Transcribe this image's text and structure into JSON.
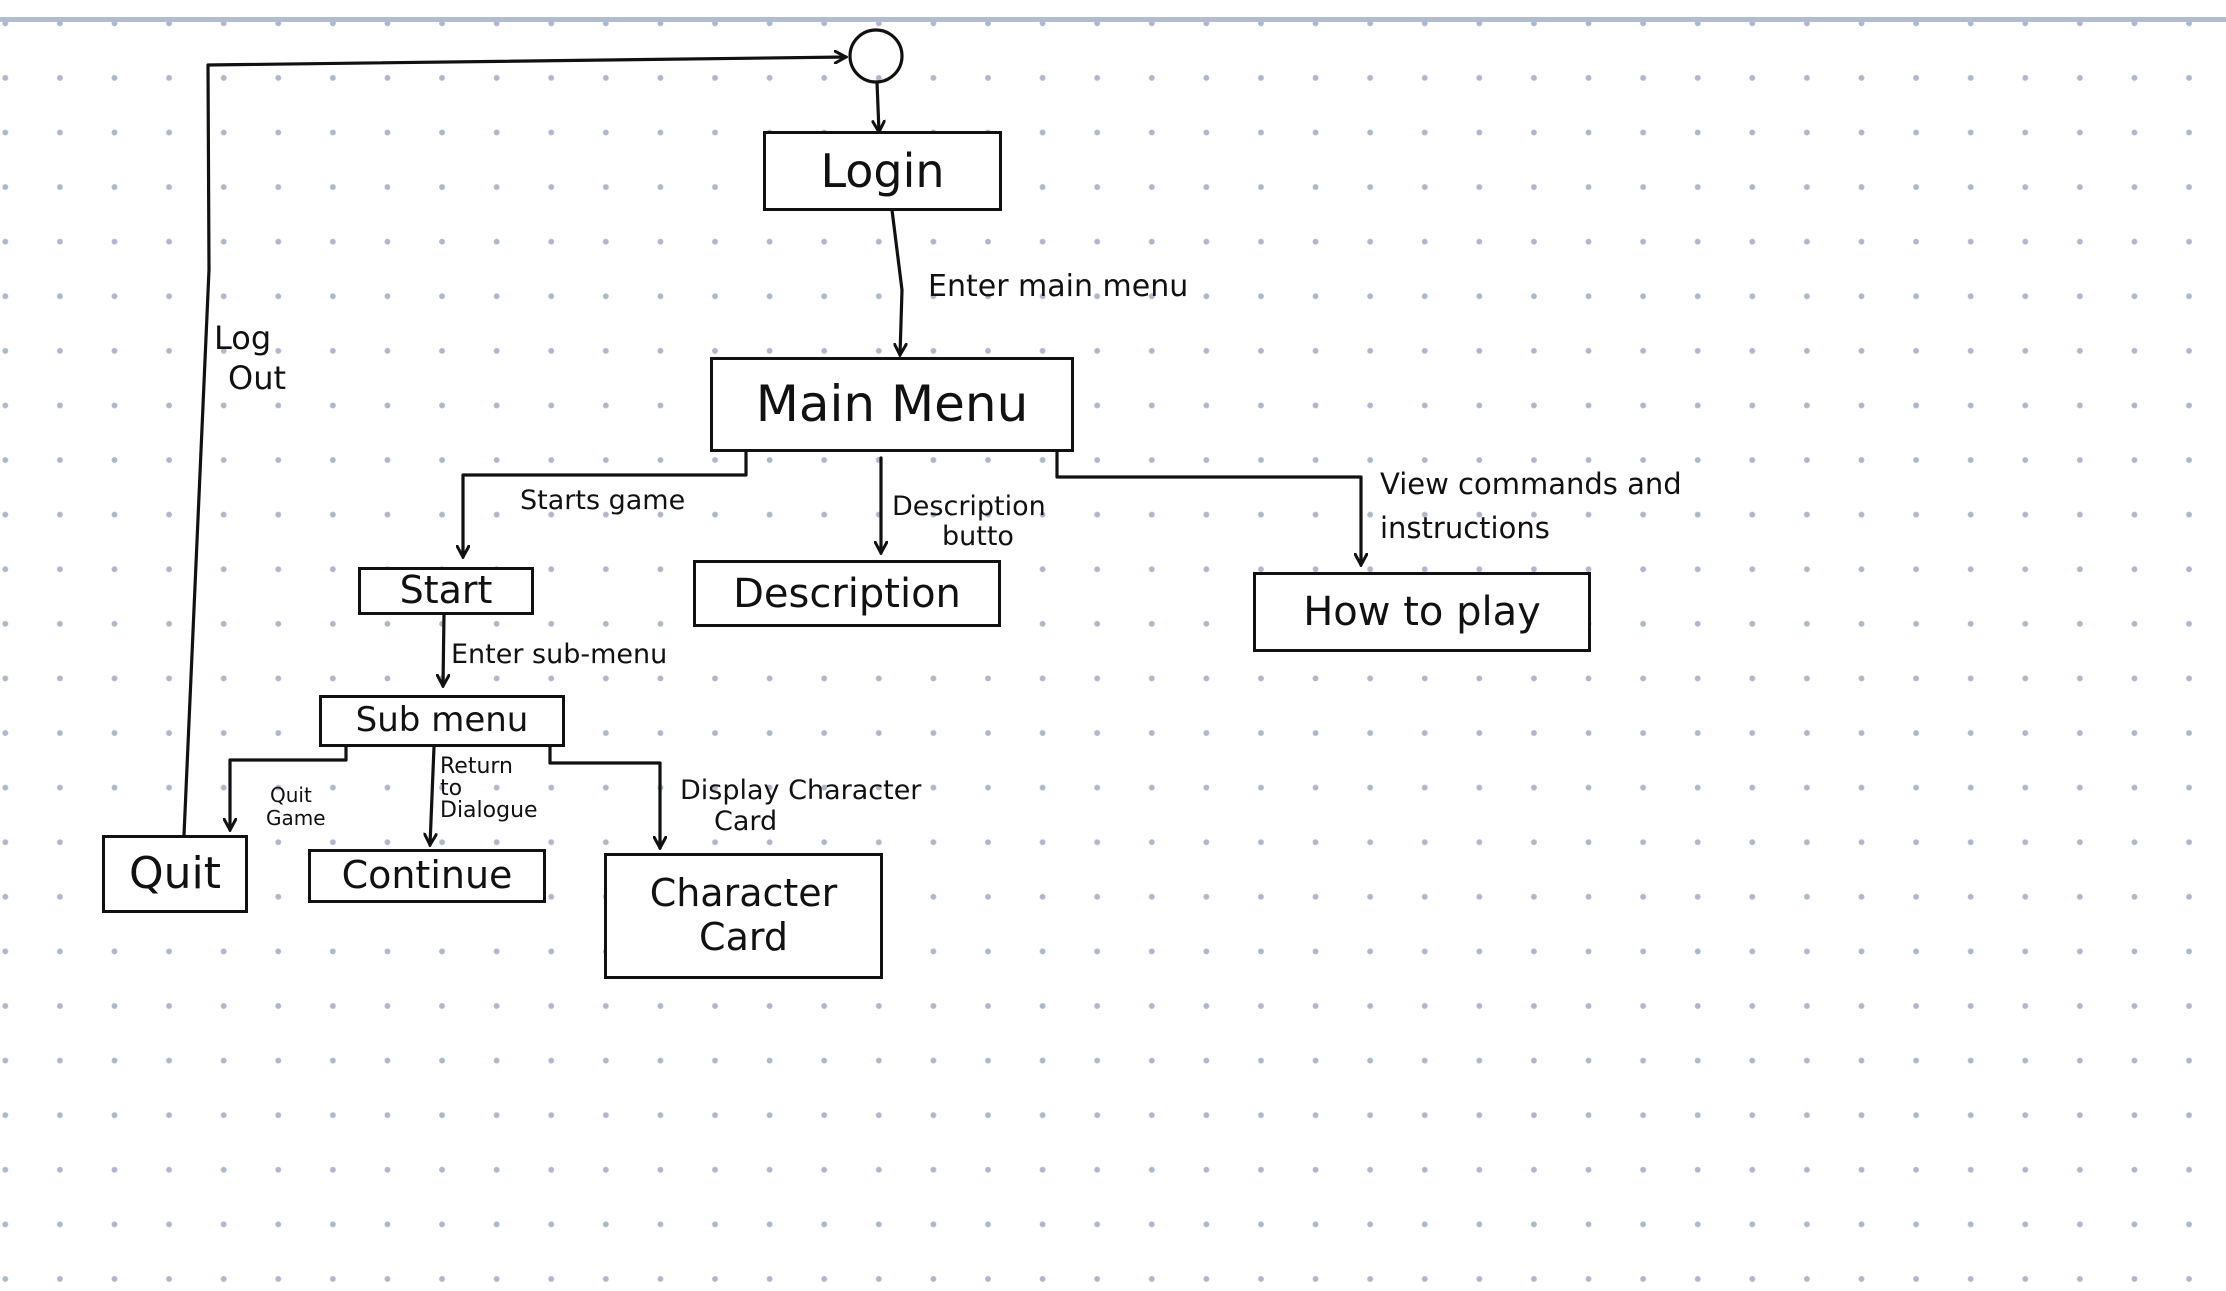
{
  "diagram": {
    "nodes": {
      "login": "Login",
      "main_menu": "Main Menu",
      "start": "Start",
      "description": "Description",
      "how_to_play": "How to play",
      "sub_menu": "Sub menu",
      "quit": "Quit",
      "continue": "Continue",
      "character_card": [
        "Character",
        "Card"
      ]
    },
    "edges": {
      "enter_main_menu": "Enter main menu",
      "log_out": [
        "Log",
        "Out"
      ],
      "starts_game": "Starts game",
      "description_button": [
        "Description",
        "butto"
      ],
      "view_commands": [
        "View commands and",
        "instructions"
      ],
      "enter_sub_menu": "Enter sub-menu",
      "quit_game": [
        "Quit",
        "Game"
      ],
      "return_to_dialogue": [
        "Return",
        "to",
        "Dialogue"
      ],
      "display_character_card": [
        "Display Character",
        "Card"
      ]
    }
  },
  "colors": {
    "ink": "#111111",
    "dot_grid": "#aeb8cc",
    "top_rule": "#b3bccf"
  }
}
